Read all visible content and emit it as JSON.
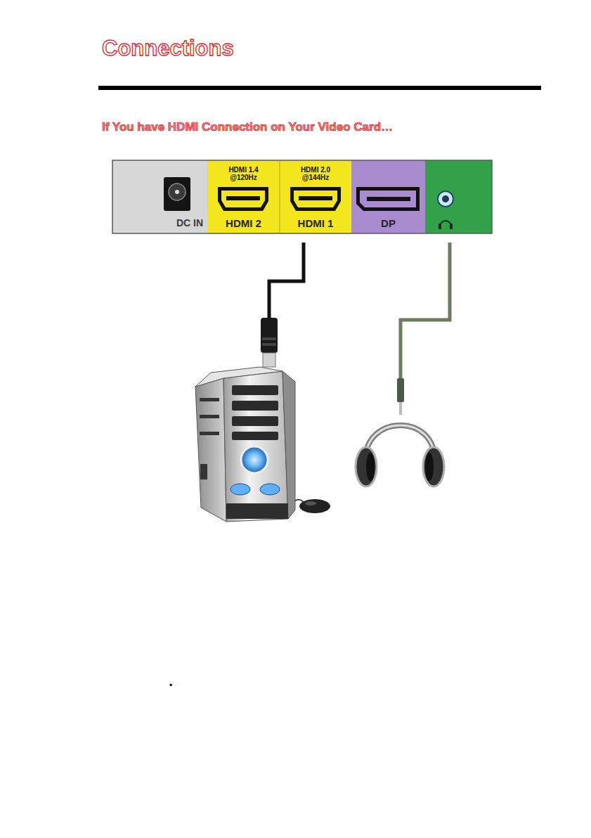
{
  "diagram": {
    "title": "Connections",
    "nodes": [
      {
        "text": [
          "DC IN"
        ]
      },
      {
        "text": [
          "HDMI 1.4 @120Hz",
          "HDMI 2"
        ]
      },
      {
        "text": [
          "HDMI 2.0 @144Hz",
          "HDMI 1"
        ]
      },
      {
        "text": [
          "DP"
        ]
      }
    ],
    "labels": [
      "If You have HDMI Connection on Your Video Card…",
      "•"
    ]
  }
}
